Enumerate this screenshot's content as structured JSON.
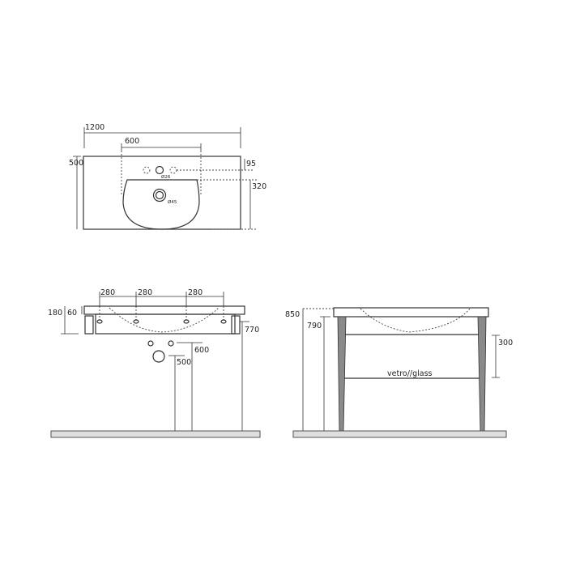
{
  "top_view": {
    "width": "1200",
    "tap_spacing": "600",
    "depth": "500",
    "tap_offset": "95",
    "basin_depth": "320",
    "tap_hole_diameter": "Ø26",
    "drain_diameter": "Ø45"
  },
  "front_view": {
    "spacing_1": "280",
    "spacing_2": "280",
    "spacing_3": "280",
    "total_height": "180",
    "top_thickness": "60",
    "bracket_height": "770",
    "supply_height": "600",
    "drain_height": "500"
  },
  "side_view": {
    "overall_height": "850",
    "frame_height": "790",
    "shelf_spacing": "300",
    "shelf_label": "vetro//glass"
  }
}
